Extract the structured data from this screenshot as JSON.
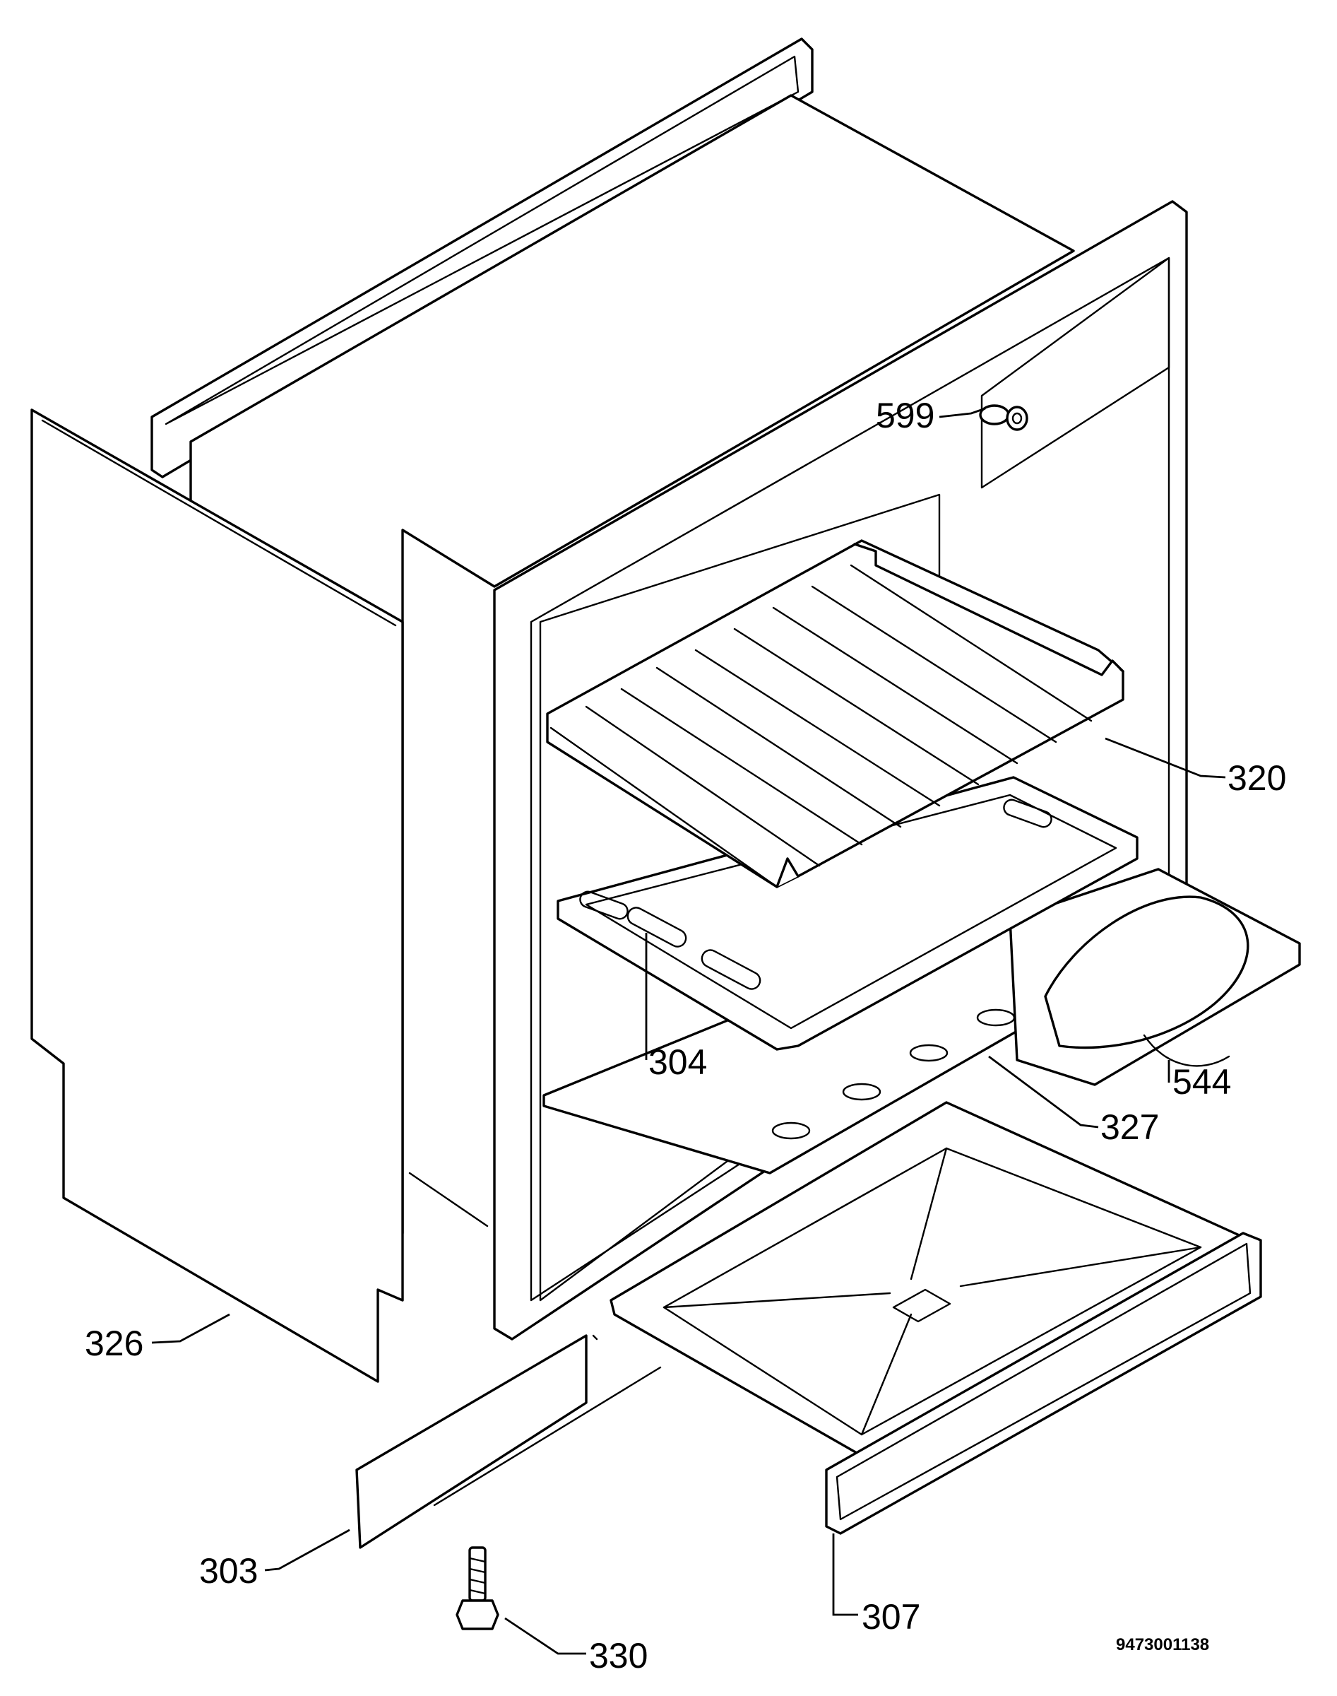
{
  "callouts": {
    "c599": "599",
    "c320": "320",
    "c304": "304",
    "c544": "544",
    "c327": "327",
    "c326": "326",
    "c303": "303",
    "c307": "307",
    "c330": "330"
  },
  "document_number": "9473001138"
}
